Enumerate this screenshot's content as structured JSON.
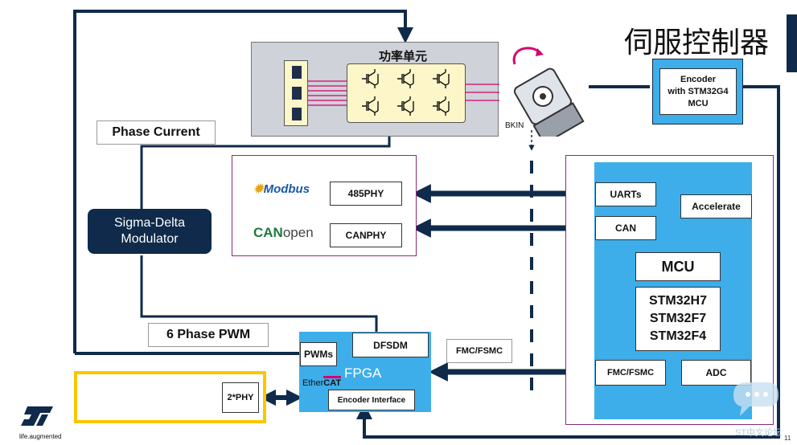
{
  "title": "伺服控制器",
  "power_unit": {
    "label": "功率单元"
  },
  "bkin": "BKIN",
  "encoder_box": {
    "line1": "Encoder",
    "line2": "with STM32G4",
    "line3": "MCU"
  },
  "phase_current": "Phase Current",
  "sigma_delta": {
    "line1": "Sigma-Delta",
    "line2": "Modulator"
  },
  "six_phase_pwm": "6 Phase PWM",
  "modbus": {
    "logo": "Modbus",
    "phy": "485PHY"
  },
  "canopen": {
    "logo_can": "CAN",
    "logo_open": "open",
    "phy": "CANPHY"
  },
  "mcu_block": {
    "uarts": "UARTs",
    "can": "CAN",
    "accelerate": "Accelerate",
    "mcu": "MCU",
    "parts": [
      "STM32H7",
      "STM32F7",
      "STM32F4"
    ],
    "fmc": "FMC/FSMC",
    "adc": "ADC"
  },
  "fpga_block": {
    "dfsdm": "DFSDM",
    "pwms": "PWMs",
    "fpga": "FPGA",
    "ethercat_ether": "Ether",
    "ethercat_cat": "CAT",
    "encoder_interface": "Encoder Interface"
  },
  "fmc_link_label": "FMC/FSMC",
  "phy2": "2*PHY",
  "st_logo": {
    "tagline": "life.augmented"
  },
  "watermark": "ST中文论坛",
  "page_number": "11",
  "colors": {
    "line_navy": "#0f2a4a",
    "block_blue": "#3daee9",
    "grey_panel": "#cfd2d8",
    "yellow_panel": "#fdf6c8",
    "highlight_yellow": "#f7c800",
    "purple_border": "#8a2a7a",
    "arrow_magenta": "#d6006f"
  }
}
